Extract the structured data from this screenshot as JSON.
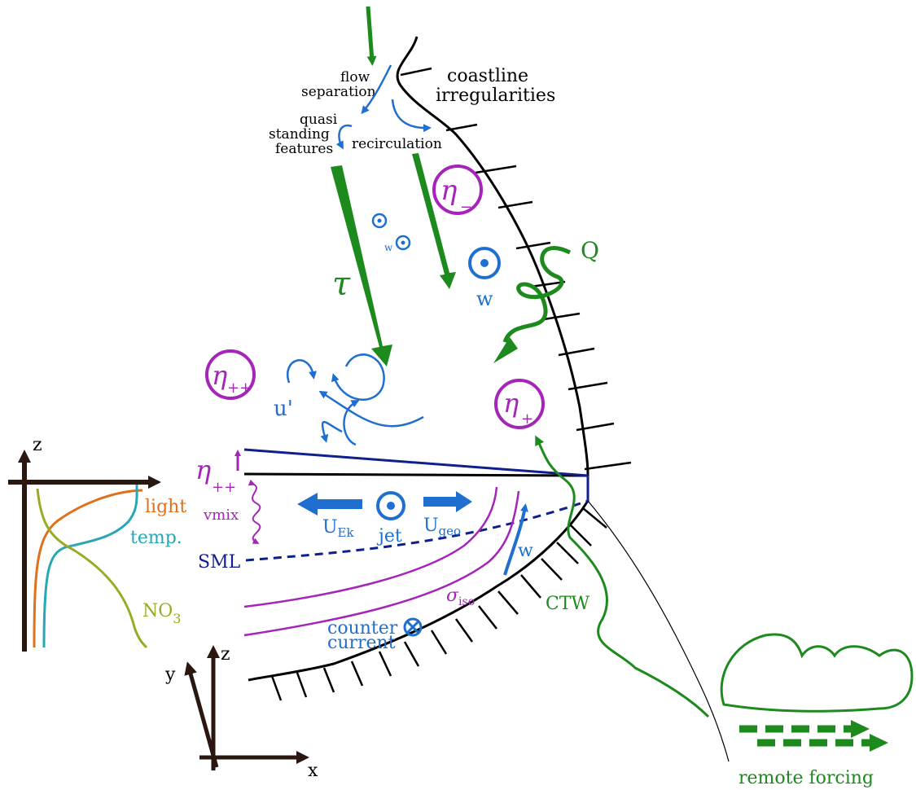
{
  "labels": {
    "flow": "flow",
    "separation": "separation",
    "quasi": "quasi",
    "standing": "standing",
    "features": "features",
    "recirculation": "recirculation",
    "coastline": "coastline",
    "irregularities": "irregularities",
    "tau": "τ",
    "w_small": "w",
    "w_center": "w",
    "w_slope": "w",
    "Q": "Q",
    "eta": "η",
    "eta_minus_sub": "−",
    "eta_plus_sub": "+",
    "eta_pp_sub": "++",
    "u_prime": "u'",
    "vmix": "vmix",
    "SML": "SML",
    "U_Ek_main": "U",
    "U_Ek_sub": "Ek",
    "U_geo_main": "U",
    "U_geo_sub": "geo",
    "jet": "jet",
    "sigma_main": "σ",
    "sigma_sub": "iso",
    "counter": "counter",
    "current": "current",
    "CTW": "CTW",
    "remote_forcing": "remote forcing",
    "axis_z_profile": "z",
    "light": "light",
    "temp": "temp.",
    "NO3_main": "NO",
    "NO3_sub": "3",
    "axis_x": "x",
    "axis_y": "y",
    "axis_z": "z"
  },
  "colors": {
    "ink": "#000000",
    "blue": "#1f6fd0",
    "navy": "#0f1f8c",
    "green": "#1d8a1d",
    "magenta": "#a425b8",
    "orange": "#e0701a",
    "teal": "#28a7b6",
    "olive": "#9aab23",
    "axis_brown": "#2a1810"
  }
}
